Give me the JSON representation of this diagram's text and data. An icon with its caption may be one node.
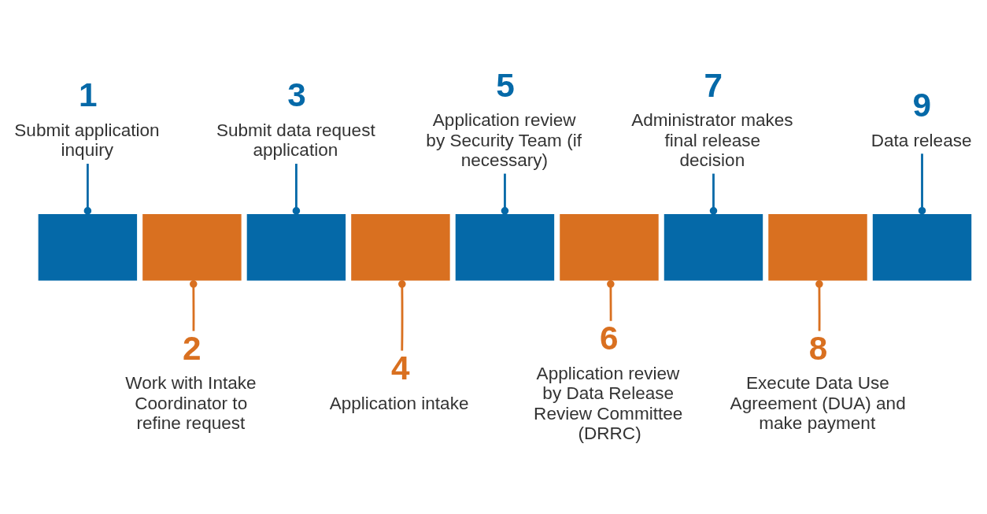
{
  "diagram": {
    "nodes": [
      {
        "text": [],
        "shape": "box"
      },
      {
        "text": [],
        "shape": "box"
      },
      {
        "text": [],
        "shape": "box"
      },
      {
        "text": [],
        "shape": "box"
      },
      {
        "text": [],
        "shape": "box"
      },
      {
        "text": [],
        "shape": "box"
      },
      {
        "text": [],
        "shape": "box"
      },
      {
        "text": [],
        "shape": "box"
      },
      {
        "text": [],
        "shape": "box"
      },
      {
        "text": [
          "1",
          "Submit application inquiry"
        ]
      },
      {
        "text": [
          "2",
          "Work with Intake Coordinator to refine request"
        ]
      },
      {
        "text": [
          "3",
          "Submit data request application"
        ]
      },
      {
        "text": [
          "4",
          "Application intake"
        ]
      },
      {
        "text": [
          "5",
          "Application review by Security Team (if necessary)"
        ]
      },
      {
        "text": [
          "6",
          "Application review by Data Release Review Committee (DRRC)"
        ]
      },
      {
        "text": [
          "7",
          "Administrator makes final release decision"
        ]
      },
      {
        "text": [
          "8",
          "Execute Data Use Agreement (DUA) and make payment"
        ]
      },
      {
        "text": [
          "9",
          "Data release"
        ]
      }
    ],
    "edges": [
      {
        "from": 9,
        "to": 0,
        "arrow": "other"
      },
      {
        "from": 10,
        "to": 1,
        "arrow": "other",
        "color": "#d97020"
      },
      {
        "from": 11,
        "to": 2,
        "arrow": "other"
      },
      {
        "from": 12,
        "to": 3,
        "arrow": "other",
        "color": "#d97020"
      },
      {
        "from": 13,
        "to": 4,
        "arrow": "other"
      },
      {
        "from": 14,
        "to": 5,
        "arrow": "other",
        "color": "#d97020"
      },
      {
        "from": 15,
        "to": 6,
        "arrow": "other"
      },
      {
        "from": 16,
        "to": 7,
        "arrow": "other",
        "color": "#d97020"
      },
      {
        "from": 17,
        "to": 8,
        "arrow": "other"
      }
    ]
  }
}
